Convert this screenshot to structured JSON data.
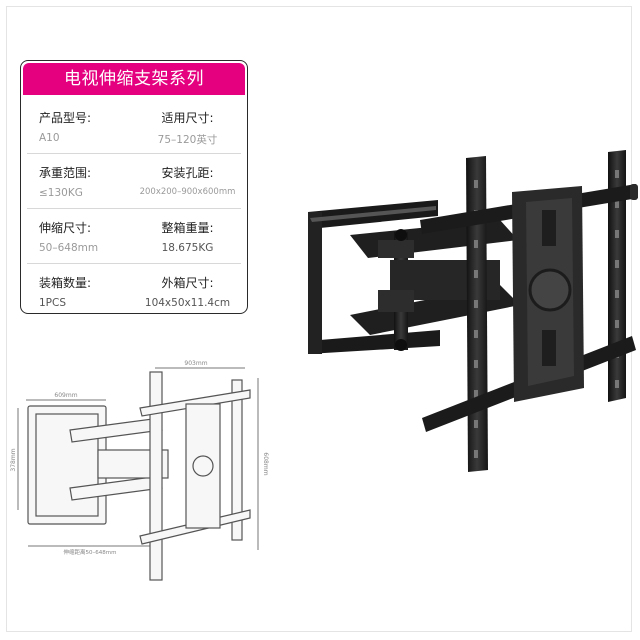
{
  "spec_card": {
    "title": "电视伸缩支架系列",
    "rows": [
      {
        "left_label": "产品型号:",
        "left_value": "A10",
        "right_label": "适用尺寸:",
        "right_value": "75–120英寸"
      },
      {
        "left_label": "承重范围:",
        "left_value": "≤130KG",
        "right_label": "安装孔距:",
        "right_value": "200x200–900x600mm"
      },
      {
        "left_label": "伸缩尺寸:",
        "left_value": "50–648mm",
        "right_label": "整箱重量:",
        "right_value": "18.675KG"
      },
      {
        "left_label": "装箱数量:",
        "left_value": "1PCS",
        "right_label": "外箱尺寸:",
        "right_value": "104x50x11.4cm"
      }
    ]
  },
  "diagram": {
    "dim_width_top": "903mm",
    "dim_width_left": "609mm",
    "dim_height_left": "378mm",
    "dim_height_right": "608mm",
    "dim_extension": "伸缩距离50–648mm"
  },
  "colors": {
    "title_bar": "#e4007f",
    "bracket": "#1c1c1c"
  }
}
